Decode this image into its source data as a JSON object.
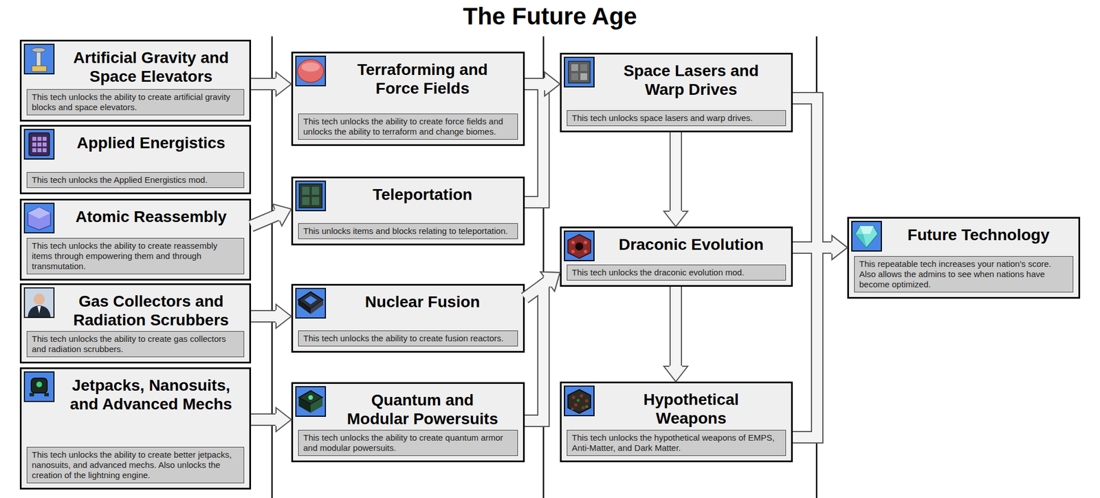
{
  "diagram": {
    "title": "The Future Age",
    "nodes": [
      {
        "text": [
          "Artificial Gravity and Space Elevators",
          "This tech unlocks the ability to create artificial gravity blocks and space elevators."
        ]
      },
      {
        "text": [
          "Applied Energistics",
          "This tech unlocks the Applied Energistics mod."
        ]
      },
      {
        "text": [
          "Atomic Reassembly",
          "This tech unlocks the ability to create reassembly items through empowering them and through transmutation."
        ]
      },
      {
        "text": [
          "Gas Collectors and Radiation Scrubbers",
          "This tech unlocks the ability to create gas collectors and radiation scrubbers."
        ]
      },
      {
        "text": [
          "Jetpacks, Nanosuits, and Advanced Mechs",
          "This tech unlocks the ability to create better jetpacks, nanosuits, and advanced mechs. Also unlocks the creation of the lightning engine."
        ]
      },
      {
        "text": [
          "Terraforming and Force Fields",
          "This tech unlocks the ability to create force fields and unlocks the ability to terraform and change biomes."
        ]
      },
      {
        "text": [
          "Teleportation",
          "This unlocks items and blocks relating to teleportation."
        ]
      },
      {
        "text": [
          "Nuclear Fusion",
          "This tech unlocks the ability to create fusion reactors."
        ]
      },
      {
        "text": [
          "Quantum and Modular Powersuits",
          "This tech unlocks the ability to create quantum armor and modular powersuits."
        ]
      },
      {
        "text": [
          "Space Lasers and Warp Drives",
          "This tech unlocks space lasers and warp drives."
        ]
      },
      {
        "text": [
          "Draconic Evolution",
          "This tech unlocks the draconic evolution mod."
        ]
      },
      {
        "text": [
          "Hypothetical Weapons",
          "This tech unlocks the hypothetical weapons of EMPS, Anti-Matter, and Dark Matter."
        ]
      },
      {
        "text": [
          "Future Technology",
          "This repeatable tech increases your nation's score. Also allows the admins to see when nations have become optimized."
        ]
      }
    ],
    "edges": [
      {
        "from": 0,
        "to": 5,
        "arrow": "to"
      },
      {
        "from": 2,
        "to": 6,
        "arrow": "to"
      },
      {
        "from": 3,
        "to": 7,
        "arrow": "to"
      },
      {
        "from": 4,
        "to": 8,
        "arrow": "to"
      },
      {
        "from": 5,
        "to": 9,
        "arrow": "to"
      },
      {
        "from": 6,
        "to": 9,
        "arrow": "to"
      },
      {
        "from": 7,
        "to": 10,
        "arrow": "to"
      },
      {
        "from": 8,
        "to": 10,
        "arrow": "to"
      },
      {
        "from": 9,
        "to": 10,
        "arrow": "to"
      },
      {
        "from": 10,
        "to": 11,
        "arrow": "to"
      },
      {
        "from": 9,
        "to": 12,
        "arrow": "to"
      },
      {
        "from": 10,
        "to": 12,
        "arrow": "to"
      },
      {
        "from": 11,
        "to": 12,
        "arrow": "to"
      }
    ]
  }
}
